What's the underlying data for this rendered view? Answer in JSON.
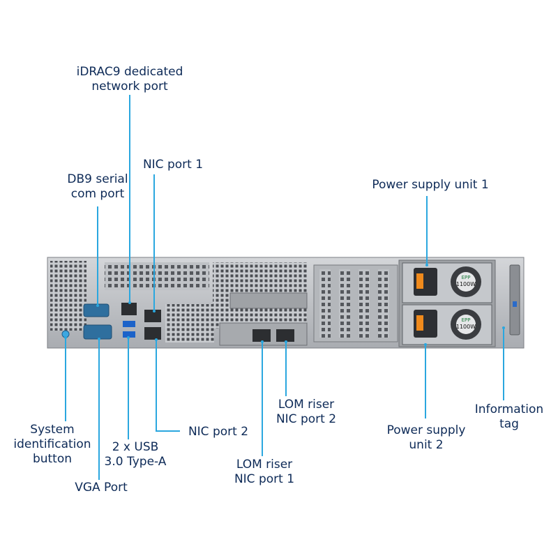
{
  "labels": {
    "idrac": [
      "iDRAC9 dedicated",
      "network port"
    ],
    "nic1": [
      "NIC port 1"
    ],
    "db9": [
      "DB9 serial",
      "com port"
    ],
    "psu1": [
      "Power supply unit 1"
    ],
    "sysid": [
      "System",
      "identification",
      "button"
    ],
    "usb": [
      "2 x USB",
      "3.0 Type-A"
    ],
    "nic2": [
      "NIC port 2"
    ],
    "vga": [
      "VGA Port"
    ],
    "lom1": [
      "LOM riser",
      "NIC port 1"
    ],
    "lom2": [
      "LOM riser",
      "NIC port 2"
    ],
    "psu2": [
      "Power supply",
      "unit 2"
    ],
    "infotag": [
      "Information",
      "tag"
    ]
  },
  "psu_badge": {
    "brand": "EPP",
    "rating": "1100W"
  },
  "colors": {
    "leader": "#2aa7df",
    "text": "#0d2a57",
    "chassis": "#b9bcc0"
  }
}
